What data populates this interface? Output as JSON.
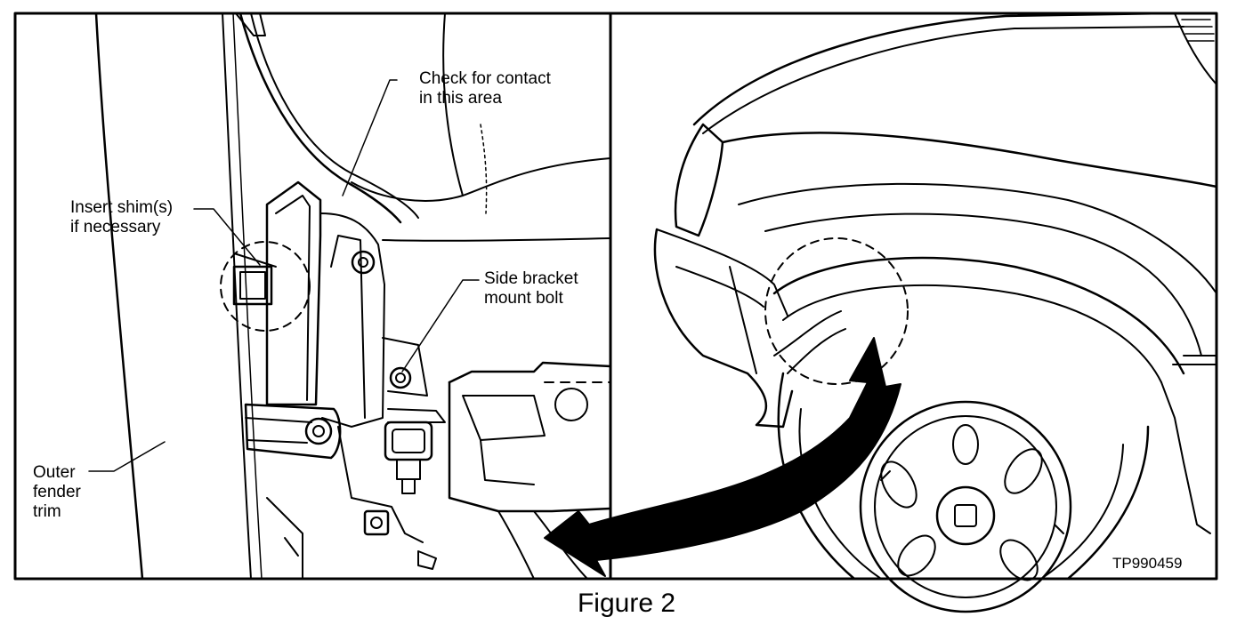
{
  "labels": {
    "check_contact": "Check for contact\nin this area",
    "insert_shim": "Insert shim(s)\nif necessary",
    "side_bracket": "Side bracket\nmount bolt",
    "outer_fender": "Outer\nfender\ntrim"
  },
  "figure_code": "TP990459",
  "caption": "Figure 2",
  "colors": {
    "ink": "#000000",
    "paper": "#ffffff"
  }
}
